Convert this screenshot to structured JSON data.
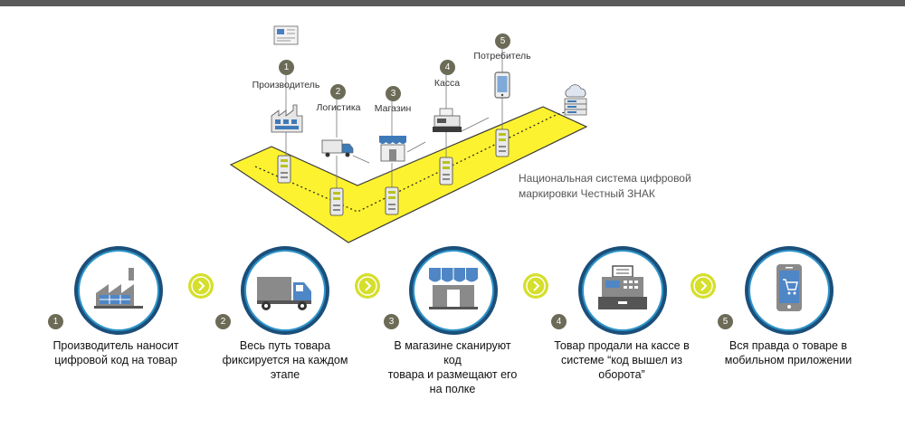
{
  "stages": [
    {
      "num": "1",
      "label": "Производитель"
    },
    {
      "num": "2",
      "label": "Логистика"
    },
    {
      "num": "3",
      "label": "Магазин"
    },
    {
      "num": "4",
      "label": "Касса"
    },
    {
      "num": "5",
      "label": "Потребитель"
    }
  ],
  "system": {
    "line1": "Национальная система цифровой",
    "line2": "маркировки Честный ЗНАК"
  },
  "steps": [
    {
      "num": "1",
      "icon": "factory-icon",
      "lines": [
        "Производитель наносит",
        "цифровой код на товар"
      ]
    },
    {
      "num": "2",
      "icon": "truck-icon",
      "lines": [
        "Весь путь товара",
        "фиксируется на каждом",
        "этапе"
      ]
    },
    {
      "num": "3",
      "icon": "store-icon",
      "lines": [
        "В магазине сканируют код",
        "товара и размещают его",
        "на полке"
      ]
    },
    {
      "num": "4",
      "icon": "cash-register-icon",
      "lines": [
        "Товар продали на кассе в",
        "системе “код вышел из",
        "оборота”"
      ]
    },
    {
      "num": "5",
      "icon": "mobile-app-icon",
      "lines": [
        "Вся правда о товаре в",
        "мобильном приложении"
      ]
    }
  ],
  "colors": {
    "band": "#fdf22f",
    "ring_dark": "#1b4f7a",
    "ring_light": "#2e94c9",
    "arrow": "#d5df2c",
    "badge": "#6c6b57"
  }
}
